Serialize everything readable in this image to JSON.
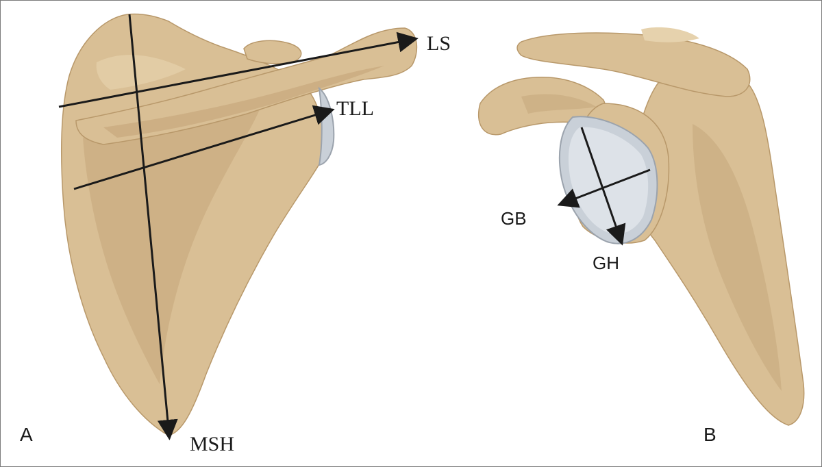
{
  "panels": {
    "a": {
      "panel_label": "A",
      "measurements": {
        "ls": "LS",
        "tll": "TLL",
        "msh": "MSH"
      }
    },
    "b": {
      "panel_label": "B",
      "measurements": {
        "gb": "GB",
        "gh": "GH"
      }
    }
  },
  "colors": {
    "bone": "#d9bf95",
    "bone_shadow": "#c4a57a",
    "glenoid": "#c9d0d8",
    "arrows": "#1a1a1a"
  }
}
